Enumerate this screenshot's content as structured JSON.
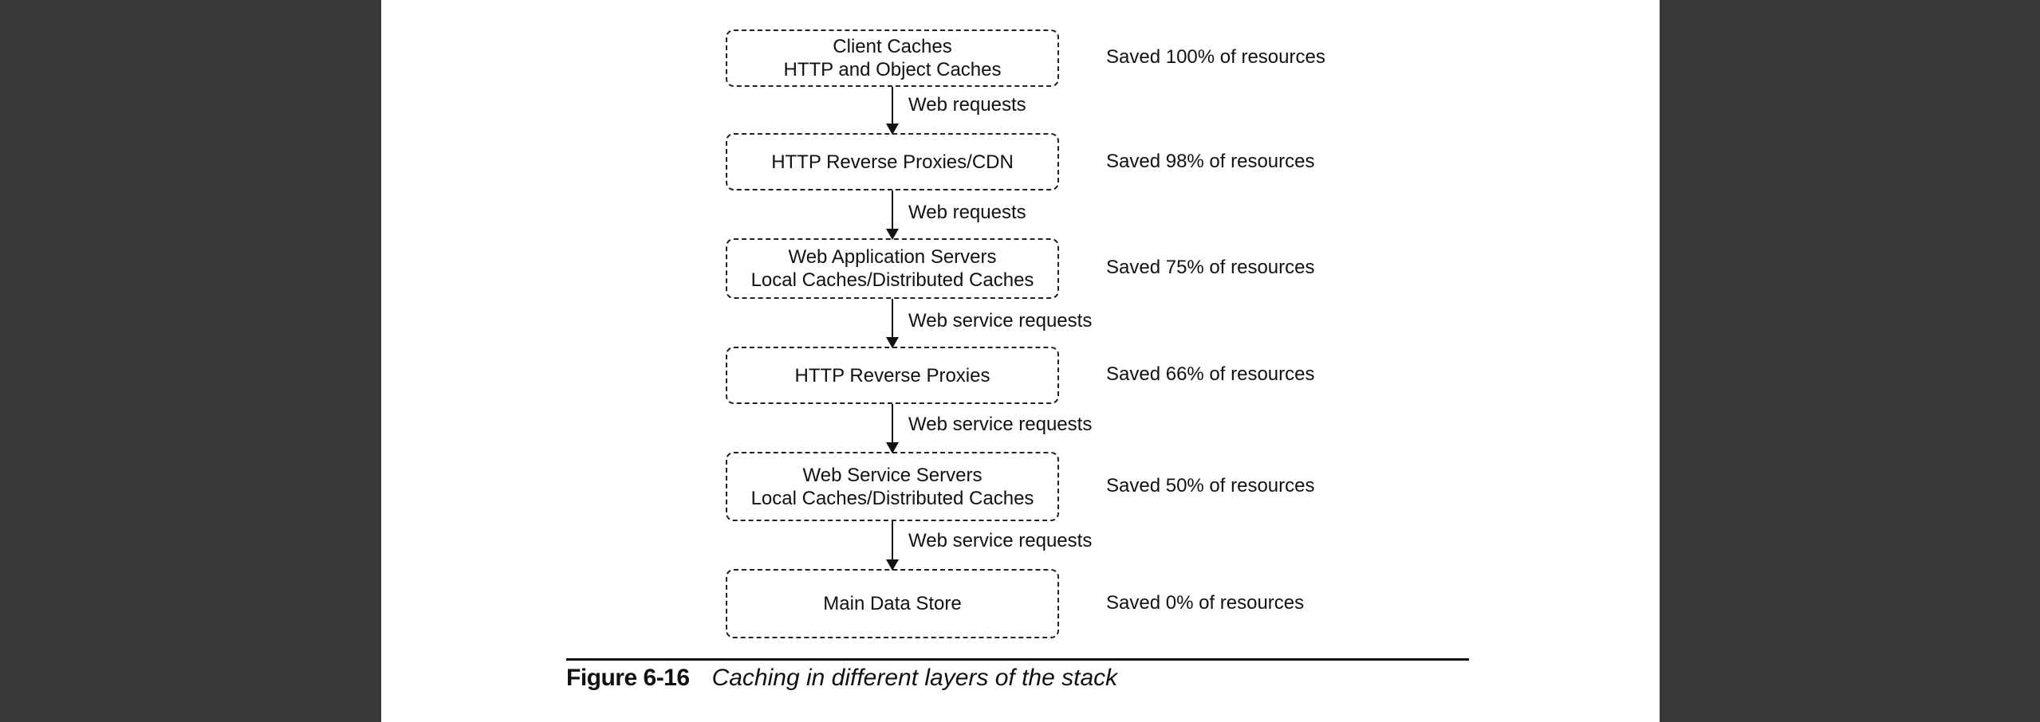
{
  "layers": [
    {
      "lines": [
        "Client Caches",
        "HTTP and Object Caches"
      ],
      "saved": "Saved 100% of resources"
    },
    {
      "lines": [
        "HTTP Reverse Proxies/CDN"
      ],
      "saved": "Saved 98% of resources"
    },
    {
      "lines": [
        "Web Application Servers",
        "Local Caches/Distributed Caches"
      ],
      "saved": "Saved 75% of resources"
    },
    {
      "lines": [
        "HTTP Reverse Proxies"
      ],
      "saved": "Saved 66% of resources"
    },
    {
      "lines": [
        "Web Service Servers",
        "Local Caches/Distributed Caches"
      ],
      "saved": "Saved 50% of resources"
    },
    {
      "lines": [
        "Main Data Store"
      ],
      "saved": "Saved 0% of resources"
    }
  ],
  "edges": [
    "Web requests",
    "Web requests",
    "Web service requests",
    "Web service requests",
    "Web service requests"
  ],
  "caption": {
    "number": "Figure 6-16",
    "text": "Caching in different layers of the stack"
  }
}
